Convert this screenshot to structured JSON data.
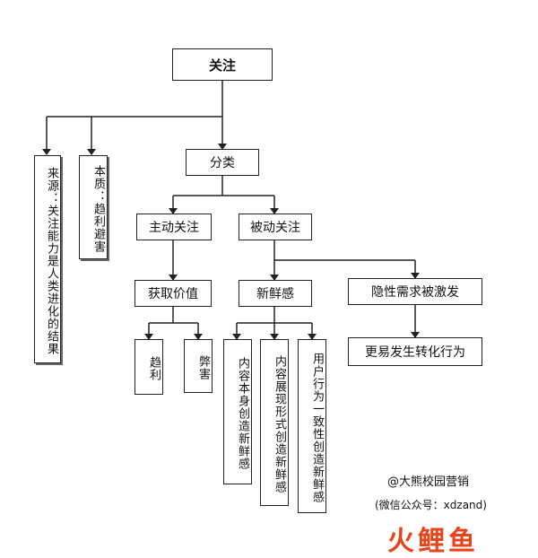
{
  "nodes": {
    "root": "关注",
    "source": "来源：关注能力是人类进化的结果",
    "essence": "本质：趋利避害",
    "classify": "分类",
    "active": "主动关注",
    "passive": "被动关注",
    "get_value": "获取价值",
    "freshness": "新鲜感",
    "hidden_need": "隐性需求被激发",
    "seek_benefit": "趋利",
    "avoid_harm": "弊害",
    "content_itself": "内容本身创造新鲜感",
    "content_form": "内容展现形式创造新鲜感",
    "user_behavior": "用户行为一致性创造新鲜感",
    "conversion": "更易发生转化行为"
  },
  "credit": {
    "line1": "@大熊校园营销",
    "line2": "(微信公众号：xdzand)"
  },
  "watermark": {
    "text": "火鲤鱼"
  },
  "colors": {
    "watermark": "#e8441d",
    "line": "#222222"
  }
}
